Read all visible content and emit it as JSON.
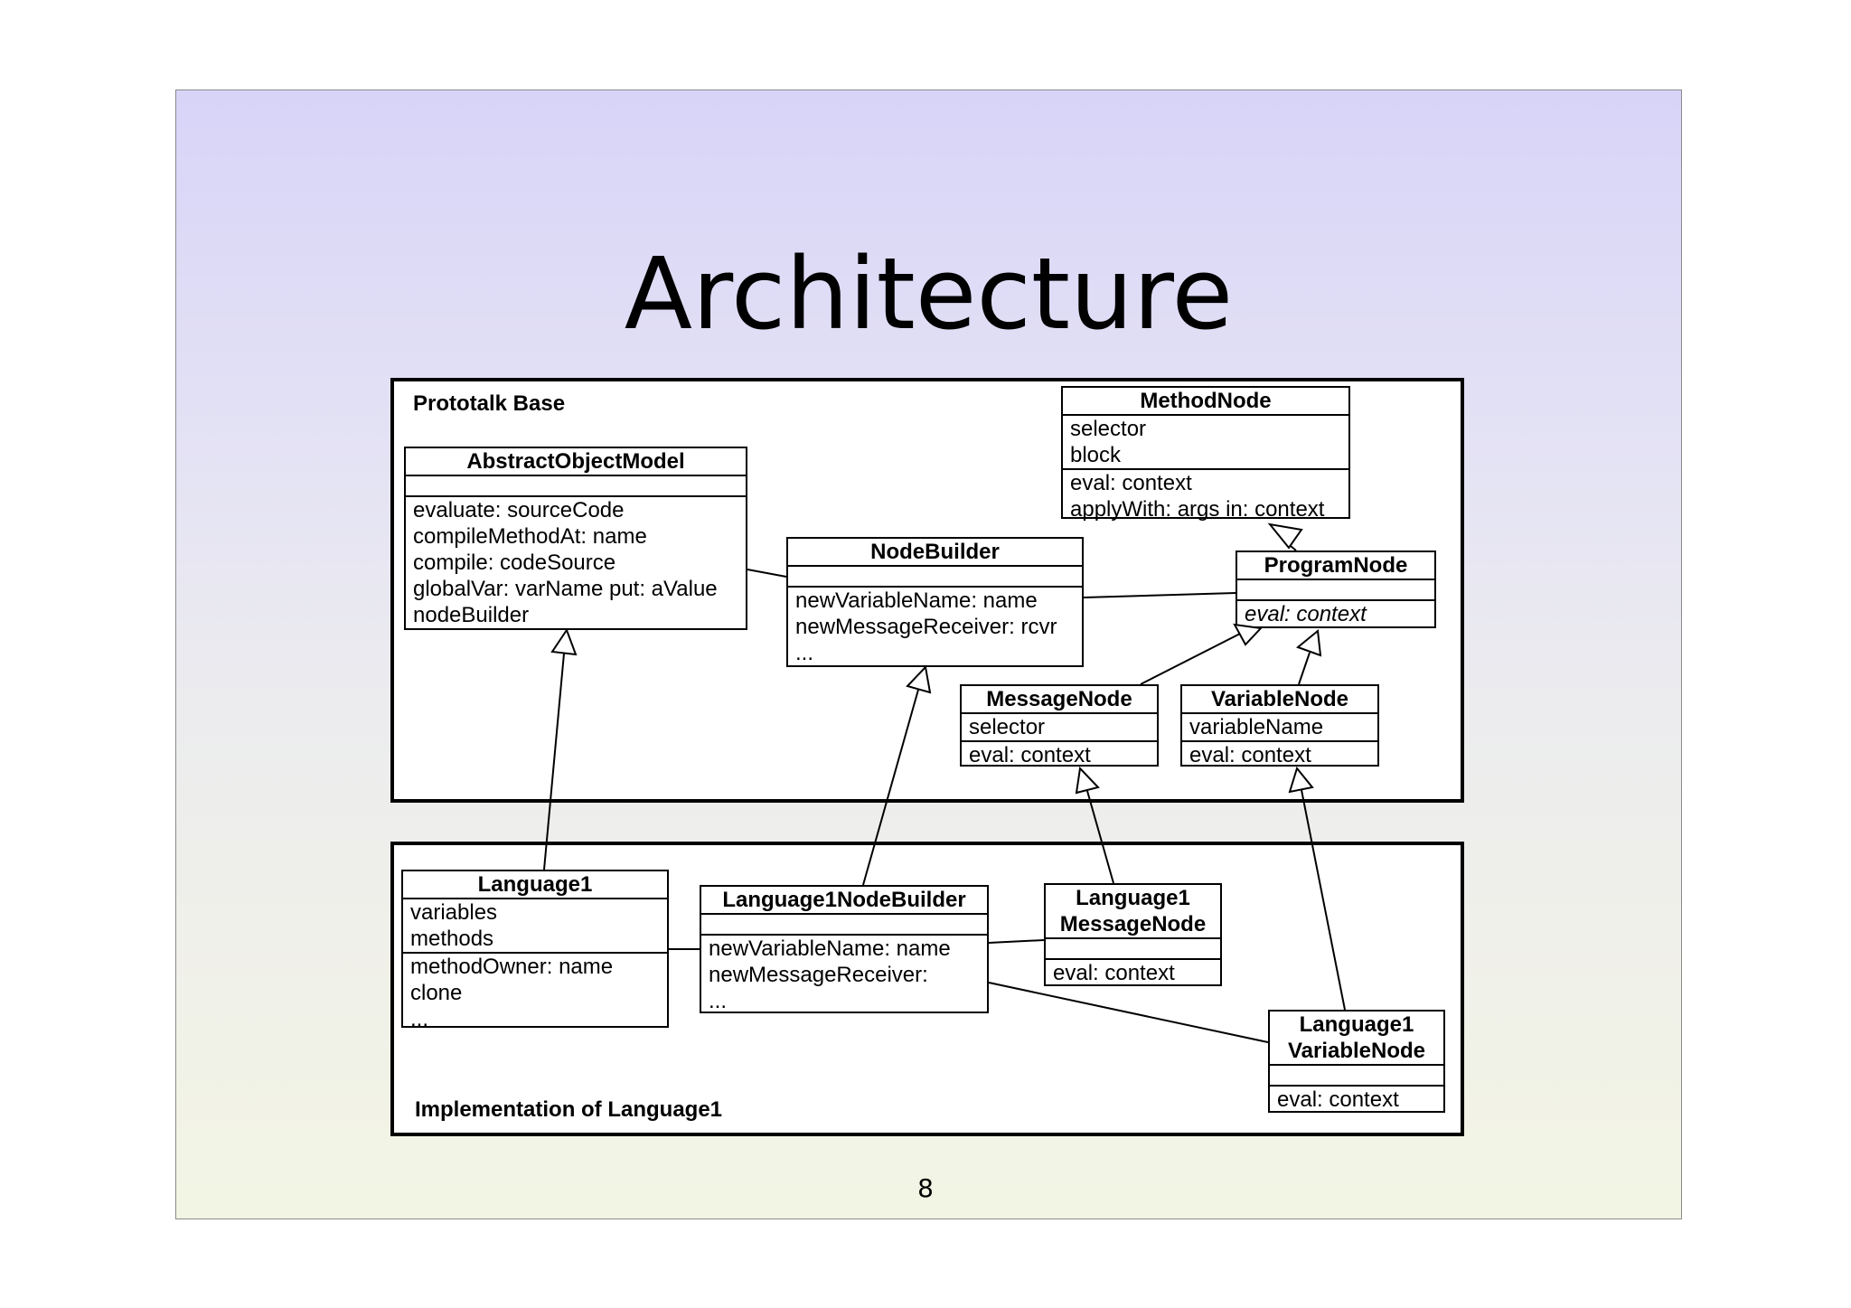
{
  "slide": {
    "title": "Architecture",
    "page_number": "8"
  },
  "panels": {
    "base": {
      "label": "Prototalk Base"
    },
    "impl": {
      "label": "Implementation of Language1"
    }
  },
  "classes": {
    "abstract_object_model": {
      "name": "AbstractObjectModel",
      "attributes": [],
      "methods": [
        "evaluate: sourceCode",
        "compileMethodAt: name",
        "compile: codeSource",
        "globalVar: varName put: aValue",
        "nodeBuilder"
      ]
    },
    "node_builder": {
      "name": "NodeBuilder",
      "attributes": [],
      "methods": [
        "newVariableName: name",
        "newMessageReceiver: rcvr",
        "..."
      ]
    },
    "method_node": {
      "name": "MethodNode",
      "attributes": [
        "selector",
        "block"
      ],
      "methods": [
        "eval: context",
        "applyWith: args in: context"
      ]
    },
    "program_node": {
      "name": "ProgramNode",
      "attributes": [],
      "methods": [
        "eval: context"
      ],
      "methods_abstract": true
    },
    "message_node": {
      "name": "MessageNode",
      "attributes": [
        "selector"
      ],
      "methods": [
        "eval: context"
      ]
    },
    "variable_node": {
      "name": "VariableNode",
      "attributes": [
        "variableName"
      ],
      "methods": [
        "eval: context"
      ]
    },
    "language1": {
      "name": "Language1",
      "attributes": [
        "variables",
        "methods"
      ],
      "methods": [
        "methodOwner: name",
        "clone",
        "..."
      ]
    },
    "language1_node_builder": {
      "name": "Language1NodeBuilder",
      "attributes": [],
      "methods": [
        "newVariableName: name",
        "newMessageReceiver:",
        "..."
      ]
    },
    "language1_message_node": {
      "name_lines": [
        "Language1",
        "MessageNode"
      ],
      "attributes": [],
      "methods": [
        "eval: context"
      ]
    },
    "language1_variable_node": {
      "name_lines": [
        "Language1",
        "VariableNode"
      ],
      "attributes": [],
      "methods": [
        "eval: context"
      ]
    }
  },
  "relationships": [
    {
      "type": "generalization",
      "from": "language1",
      "to": "abstract_object_model"
    },
    {
      "type": "generalization",
      "from": "language1_node_builder",
      "to": "node_builder"
    },
    {
      "type": "generalization",
      "from": "language1_message_node",
      "to": "message_node"
    },
    {
      "type": "generalization",
      "from": "language1_variable_node",
      "to": "variable_node"
    },
    {
      "type": "generalization",
      "from": "message_node",
      "to": "program_node"
    },
    {
      "type": "generalization",
      "from": "variable_node",
      "to": "program_node"
    },
    {
      "type": "generalization",
      "from": "program_node",
      "to": "method_node"
    },
    {
      "type": "association",
      "from": "abstract_object_model",
      "to": "node_builder"
    },
    {
      "type": "association",
      "from": "node_builder",
      "to": "program_node"
    },
    {
      "type": "association",
      "from": "language1",
      "to": "language1_node_builder"
    },
    {
      "type": "association",
      "from": "language1_node_builder",
      "to": "language1_message_node"
    },
    {
      "type": "association",
      "from": "language1_node_builder",
      "to": "language1_variable_node"
    }
  ]
}
